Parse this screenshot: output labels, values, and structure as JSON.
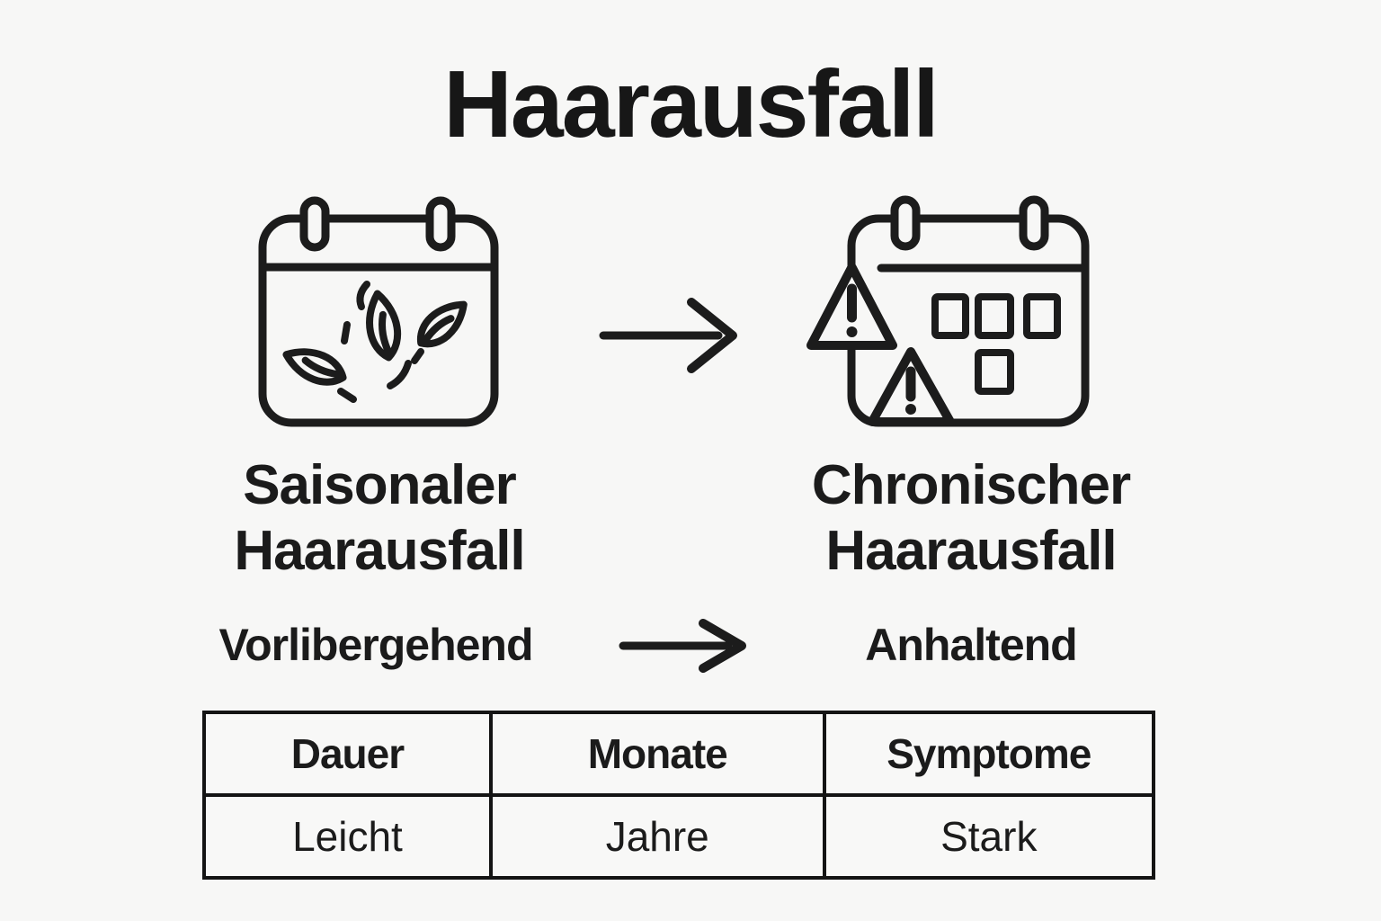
{
  "page": {
    "background_color": "#f7f7f6",
    "ink_color": "#1c1c1c"
  },
  "title": "Haarausfall",
  "flow": {
    "left": {
      "icon": "calendar-leaves-icon",
      "label_line1": "Saisonaler",
      "label_line2": "Haarausfall",
      "sub": "Vorlibergehend"
    },
    "right": {
      "icon": "calendar-warning-icon",
      "label_line1": "Chronischer",
      "label_line2": "Haarausfall",
      "sub": "Anhaltend"
    },
    "arrow": "right-arrow-icon"
  },
  "table": {
    "headers": [
      "Dauer",
      "Monate",
      "Symptome"
    ],
    "rows": [
      [
        "Leicht",
        "Jahre",
        "Stark"
      ]
    ]
  }
}
